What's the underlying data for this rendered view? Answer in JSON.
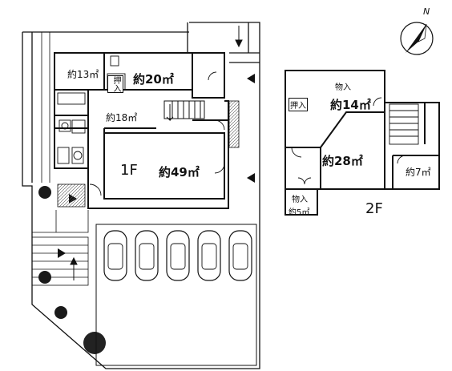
{
  "floor1": {
    "floor_label": "1F",
    "rooms": {
      "room_a": "約13㎡",
      "room_b": "約20㎡",
      "room_c": "約18㎡",
      "room_d": "約49㎡"
    },
    "closet": "押入"
  },
  "floor2": {
    "floor_label": "2F",
    "rooms": {
      "room_a": "約14㎡",
      "room_b": "約28㎡",
      "room_c": "約7㎡",
      "storage_small": "約5㎡"
    },
    "storage": "物入",
    "storage2": "物入",
    "closet": "押入"
  },
  "compass": {
    "north": "N"
  },
  "parking": {
    "car_count": 5
  },
  "colors": {
    "ink": "#111111",
    "paper": "#ffffff",
    "hatch": "#555555"
  }
}
